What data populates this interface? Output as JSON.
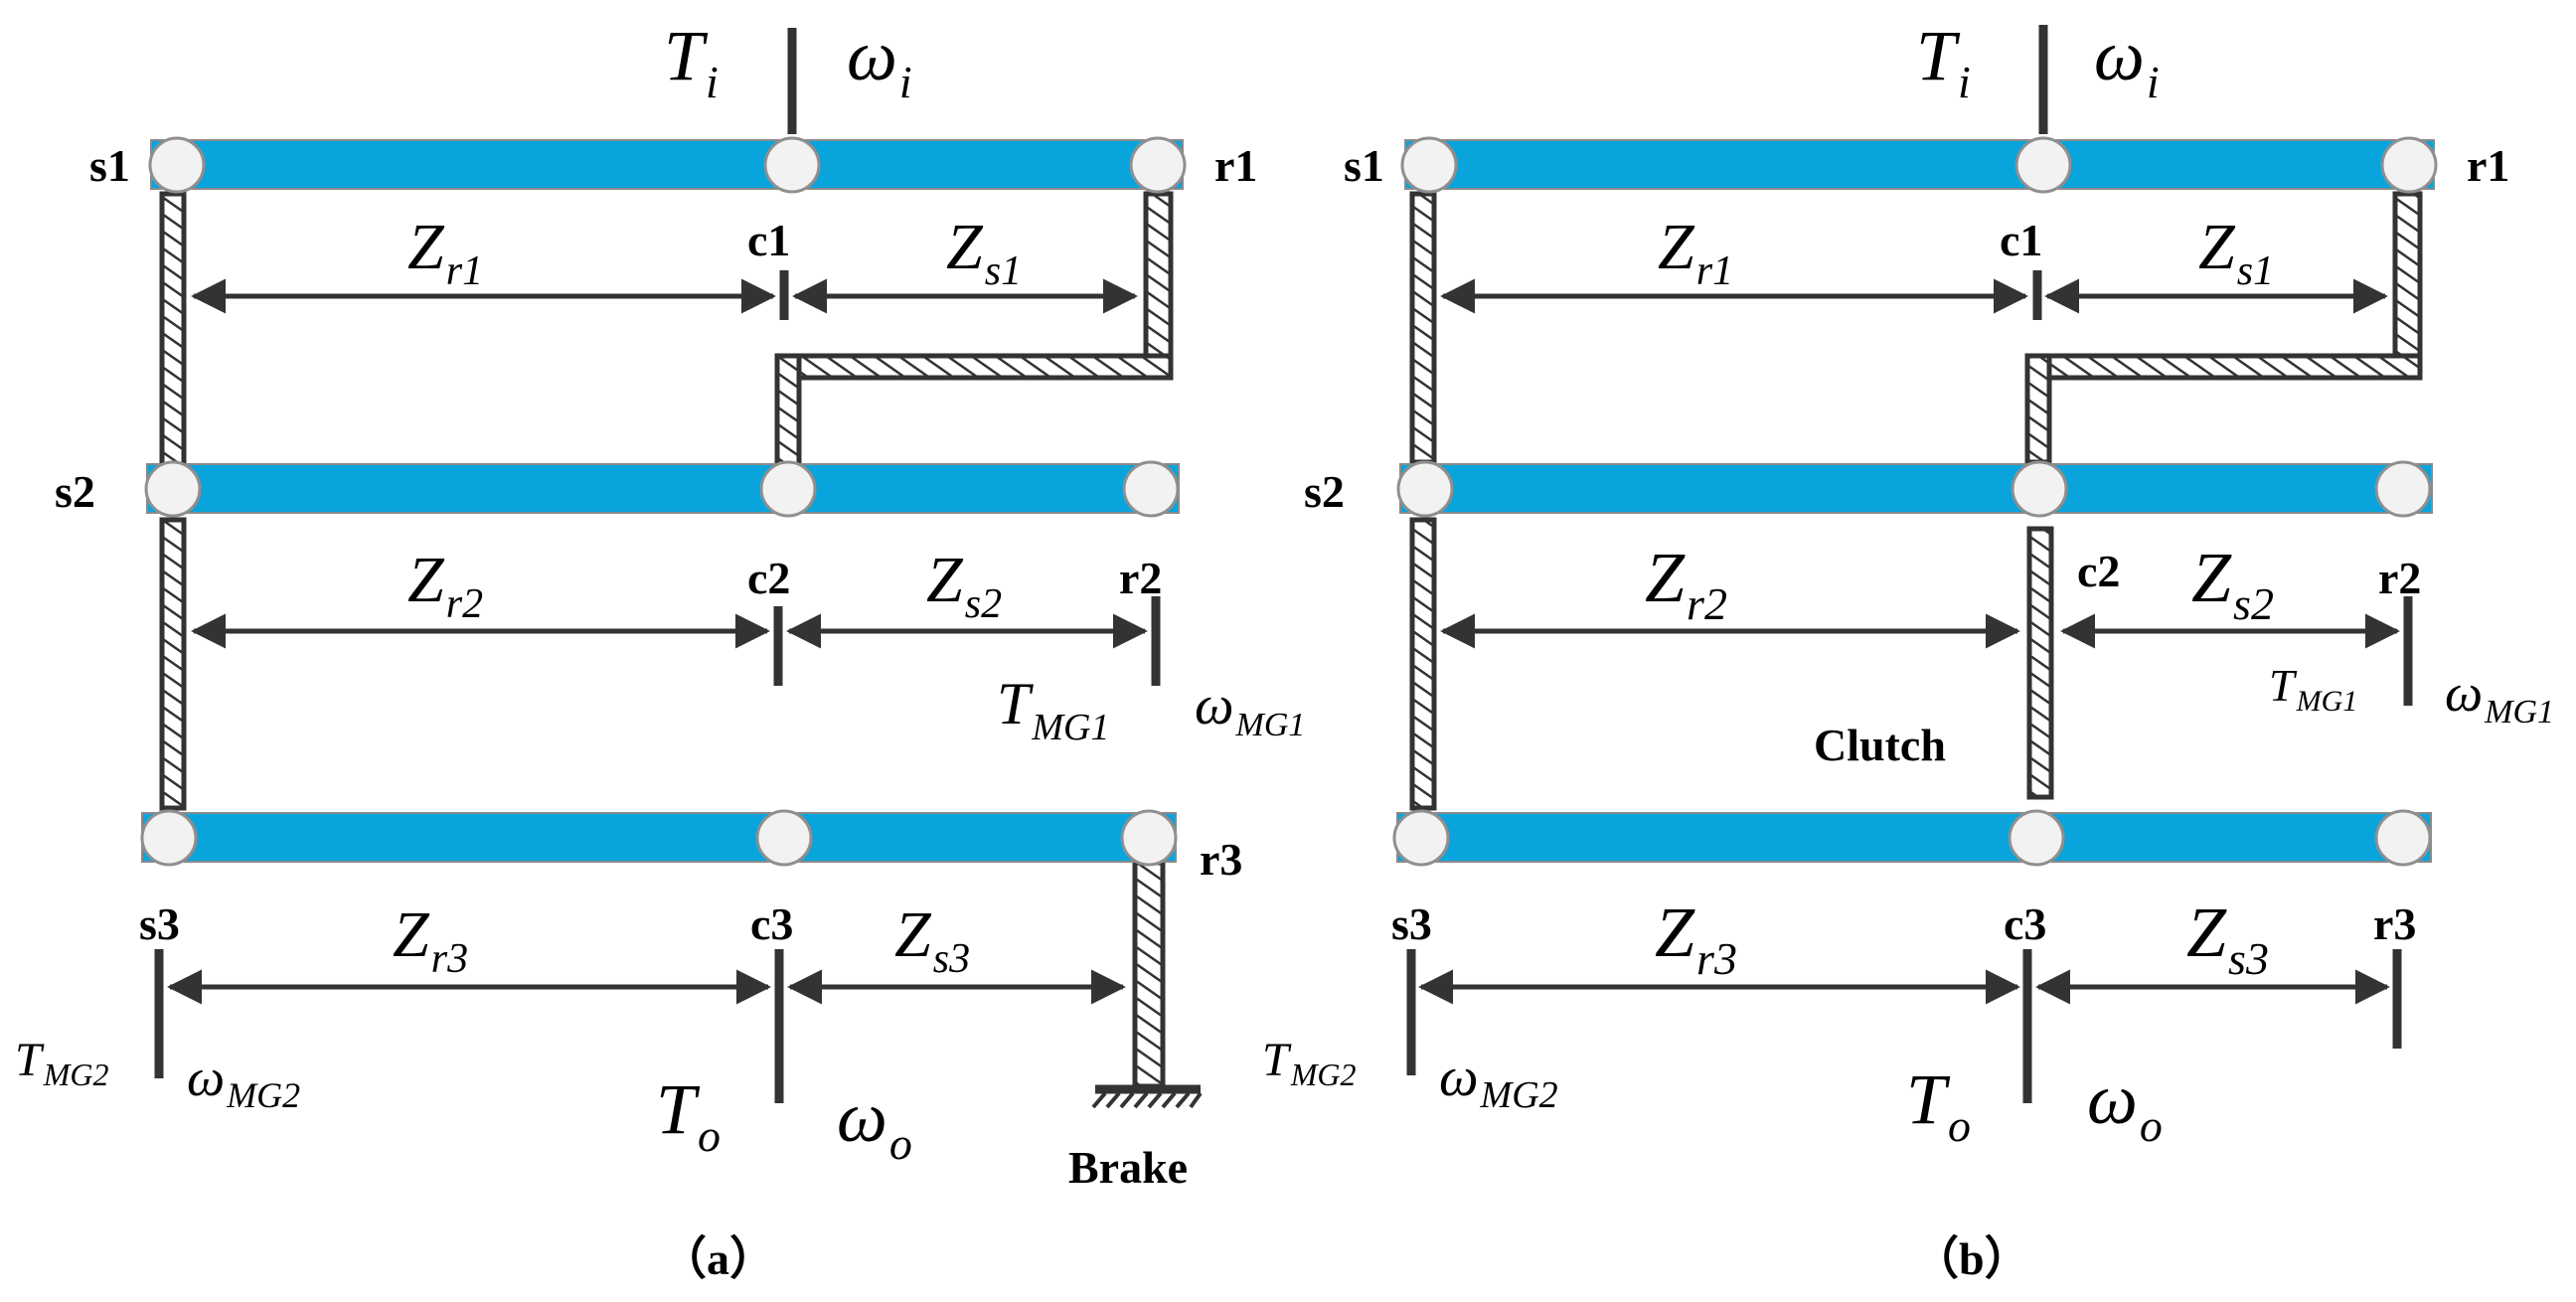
{
  "panel_a": {
    "node_labels": {
      "s1": "s1",
      "r1": "r1",
      "c1": "c1",
      "s2": "s2",
      "c2": "c2",
      "r2": "r2",
      "s3": "s3",
      "c3": "c3",
      "r3": "r3"
    },
    "input_torque": {
      "base": "T",
      "sub": "i"
    },
    "input_speed": {
      "base": "ω",
      "sub": "i"
    },
    "zr1": {
      "base": "Z",
      "sub": "r1"
    },
    "zs1": {
      "base": "Z",
      "sub": "s1"
    },
    "zr2": {
      "base": "Z",
      "sub": "r2"
    },
    "zs2": {
      "base": "Z",
      "sub": "s2"
    },
    "zr3": {
      "base": "Z",
      "sub": "r3"
    },
    "zs3": {
      "base": "Z",
      "sub": "s3"
    },
    "tmg1": {
      "base": "T",
      "sub": "MG1"
    },
    "wmg1": {
      "base": "ω",
      "sub": "MG1"
    },
    "tmg2": {
      "base": "T",
      "sub": "MG2"
    },
    "wmg2": {
      "base": "ω",
      "sub": "MG2"
    },
    "output_torque": {
      "base": "T",
      "sub": "o"
    },
    "output_speed": {
      "base": "ω",
      "sub": "o"
    },
    "brake_label": "Brake",
    "caption": "（a）"
  },
  "panel_b": {
    "node_labels": {
      "s1": "s1",
      "r1": "r1",
      "c1": "c1",
      "s2": "s2",
      "c2": "c2",
      "r2": "r2",
      "s3": "s3",
      "c3": "c3",
      "r3": "r3"
    },
    "input_torque": {
      "base": "T",
      "sub": "i"
    },
    "input_speed": {
      "base": "ω",
      "sub": "i"
    },
    "zr1": {
      "base": "Z",
      "sub": "r1"
    },
    "zs1": {
      "base": "Z",
      "sub": "s1"
    },
    "zr2": {
      "base": "Z",
      "sub": "r2"
    },
    "zs2": {
      "base": "Z",
      "sub": "s2"
    },
    "zr3": {
      "base": "Z",
      "sub": "r3"
    },
    "zs3": {
      "base": "Z",
      "sub": "s3"
    },
    "tmg1": {
      "base": "T",
      "sub": "MG1"
    },
    "wmg1": {
      "base": "ω",
      "sub": "MG1"
    },
    "tmg2": {
      "base": "T",
      "sub": "MG2"
    },
    "wmg2": {
      "base": "ω",
      "sub": "MG2"
    },
    "output_torque": {
      "base": "T",
      "sub": "o"
    },
    "output_speed": {
      "base": "ω",
      "sub": "o"
    },
    "clutch_label": "Clutch",
    "caption": "（b）"
  },
  "colors": {
    "bar": "#0aa4dc",
    "shaft": "#333333",
    "pin": "#f2f2f2"
  }
}
